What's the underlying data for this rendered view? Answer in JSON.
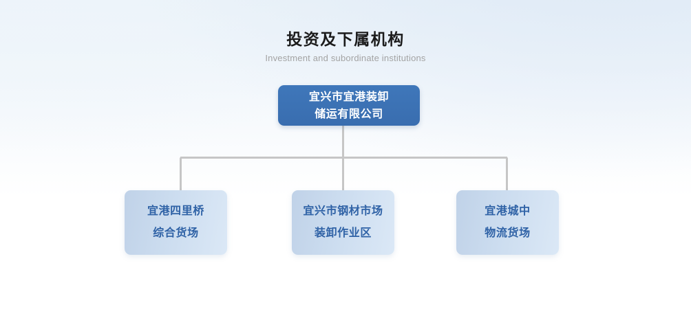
{
  "heading": {
    "title": "投资及下属机构",
    "subtitle": "Investment and subordinate institutions"
  },
  "colors": {
    "root_fill": "#3c72b8",
    "root_text": "#ffffff",
    "child_fill": "#c8daee",
    "child_text": "#2f62a6",
    "connector": "#c6c6c6",
    "title_text": "#1b1b1b",
    "subtitle_text": "#a3a3a3",
    "background_top": "#e6eef7",
    "background_bottom": "#ffffff"
  },
  "org_chart": {
    "root": {
      "lines": [
        "宜兴市宜港装卸",
        "储运有限公司"
      ],
      "full_name": "宜兴市宜港装卸储运有限公司"
    },
    "children": [
      {
        "lines": [
          "宜港四里桥",
          "综合货场"
        ],
        "full_name": "宜港四里桥综合货场"
      },
      {
        "lines": [
          "宜兴市钢材市场",
          "装卸作业区"
        ],
        "full_name": "宜兴市钢材市场装卸作业区"
      },
      {
        "lines": [
          "宜港城中",
          "物流货场"
        ],
        "full_name": "宜港城中物流货场"
      }
    ]
  }
}
